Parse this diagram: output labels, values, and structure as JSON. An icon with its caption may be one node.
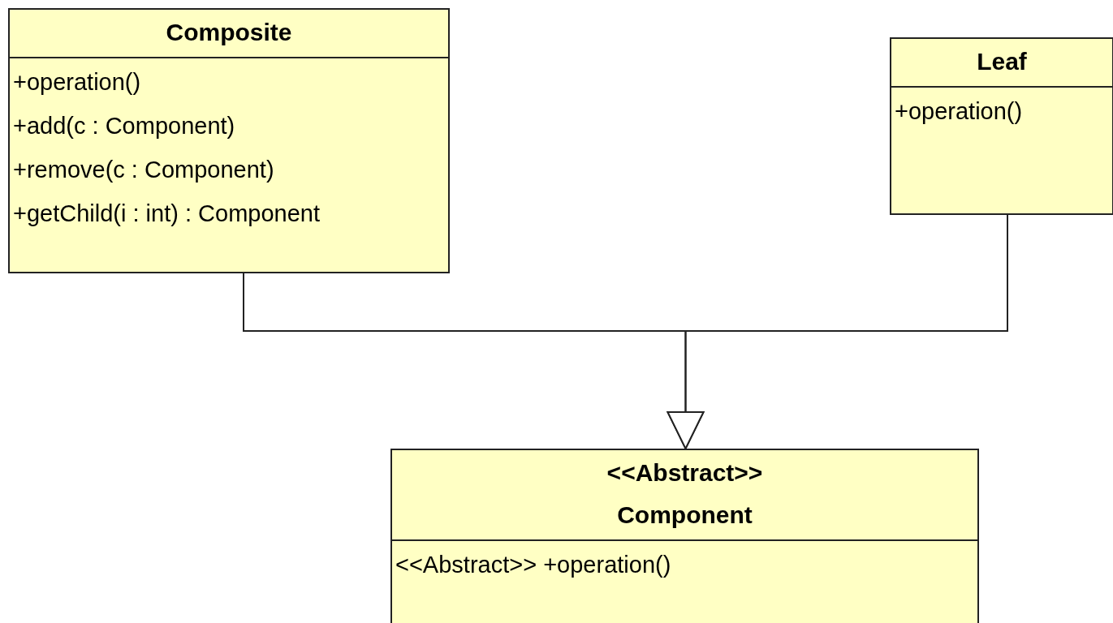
{
  "diagram": {
    "nodes": [
      {
        "text": [
          "Composite",
          "+operation()",
          "+add(c : Component)",
          "+remove(c : Component)",
          "+getChild(i : int) : Component"
        ]
      },
      {
        "text": [
          "Leaf",
          "+operation()"
        ]
      },
      {
        "text": [
          "<<Abstract>>",
          "Component",
          "<<Abstract>> +operation()"
        ]
      }
    ],
    "edges": [
      {
        "from": 0,
        "to": 2,
        "arrow": "to"
      },
      {
        "from": 1,
        "to": 2,
        "arrow": "to"
      }
    ]
  }
}
